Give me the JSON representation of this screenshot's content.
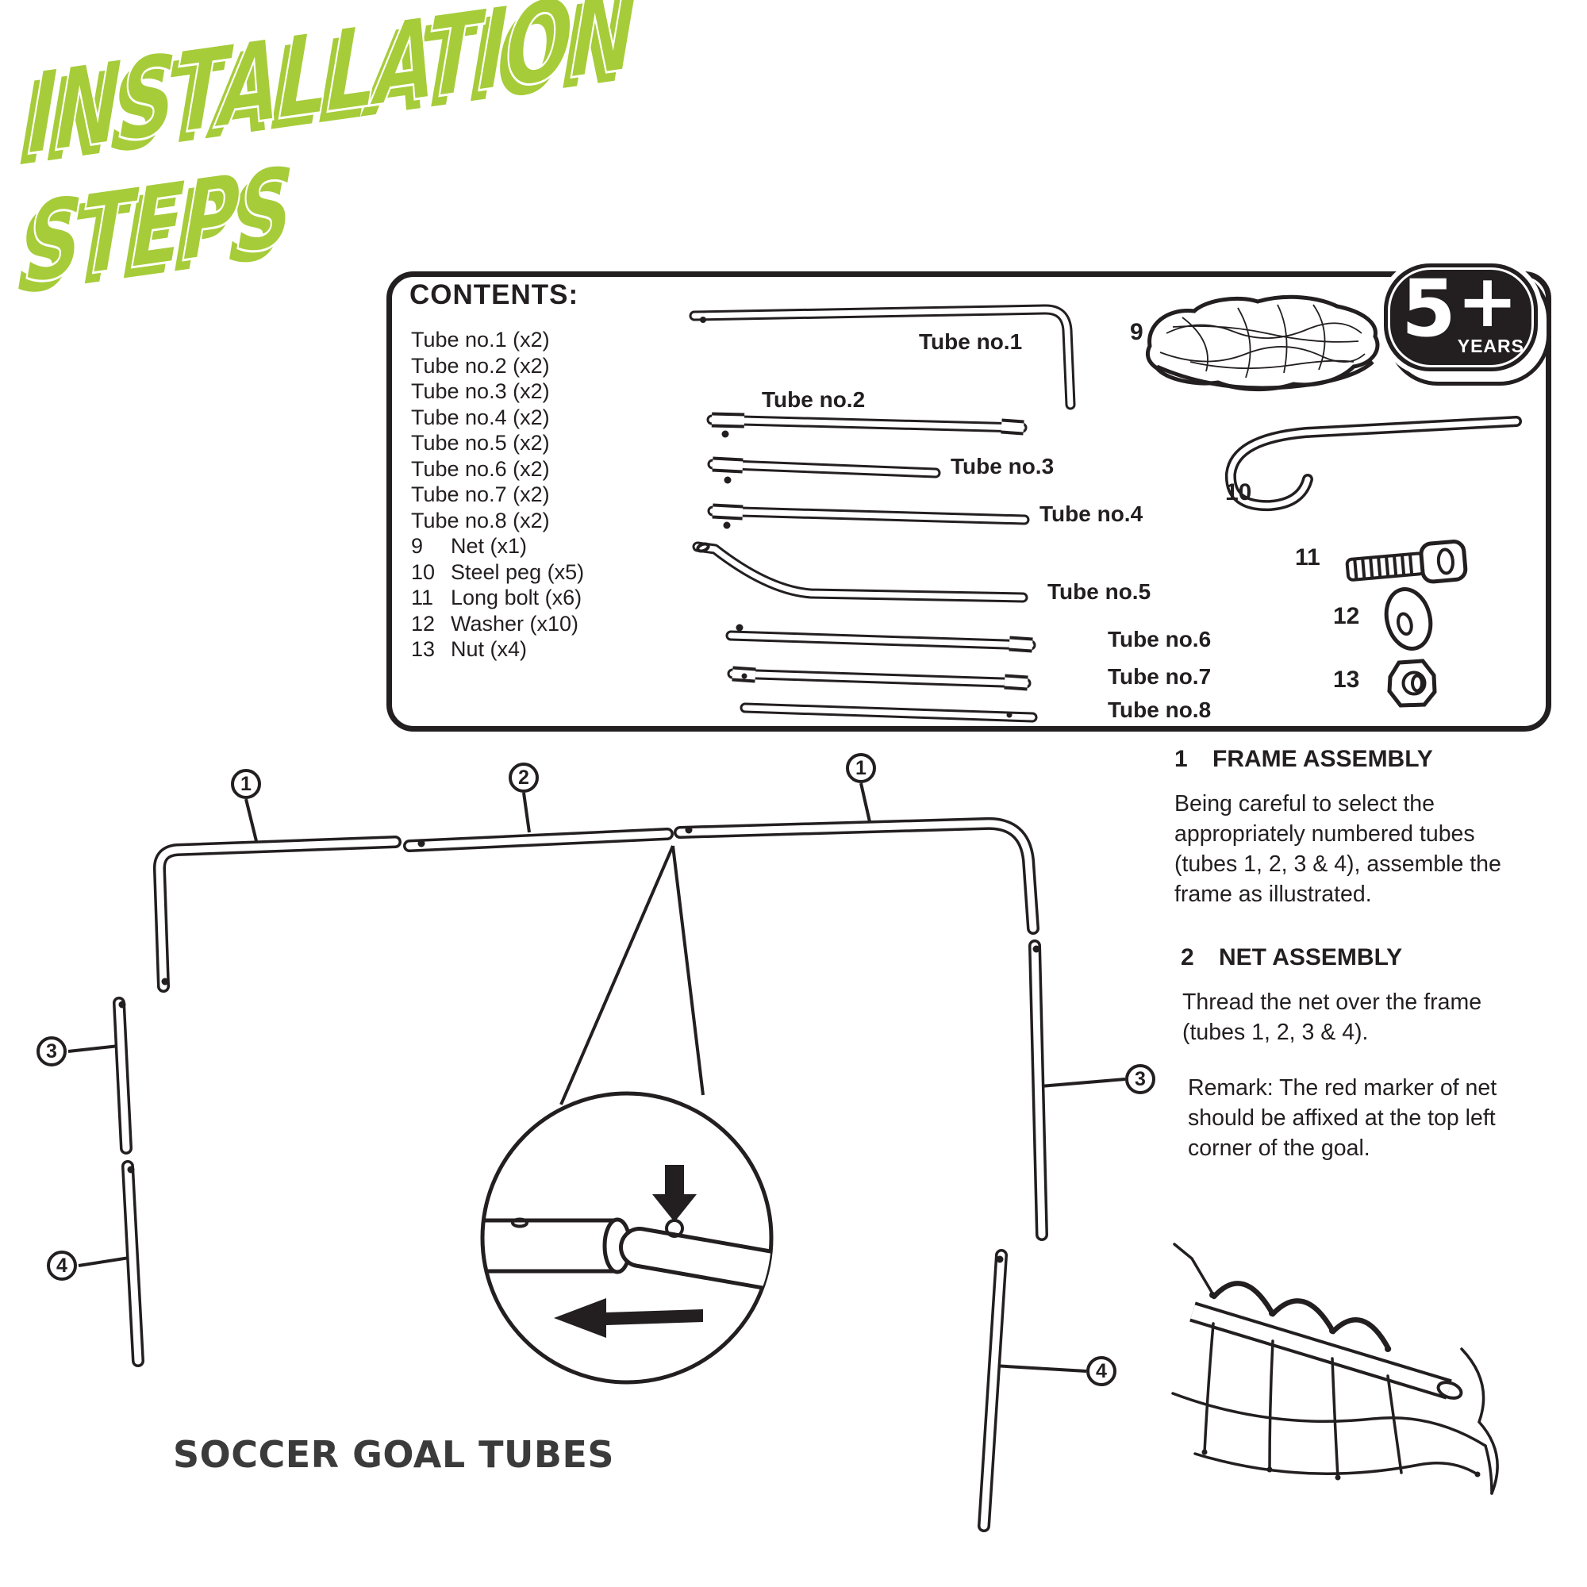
{
  "page": {
    "title_line1": "INSTALLATION",
    "title_line2": "STEPS",
    "footer_title": "SOCCER GOAL TUBES",
    "accent_color": "#a6cc39",
    "ink_color": "#231f20"
  },
  "age_badge": {
    "number": "5",
    "plus": "+",
    "unit": "YEARS"
  },
  "contents": {
    "heading": "CONTENTS:",
    "items": [
      {
        "num": "",
        "label": "Tube no.1 (x2)"
      },
      {
        "num": "",
        "label": "Tube no.2 (x2)"
      },
      {
        "num": "",
        "label": "Tube no.3 (x2)"
      },
      {
        "num": "",
        "label": "Tube no.4 (x2)"
      },
      {
        "num": "",
        "label": "Tube no.5 (x2)"
      },
      {
        "num": "",
        "label": "Tube no.6 (x2)"
      },
      {
        "num": "",
        "label": "Tube no.7 (x2)"
      },
      {
        "num": "",
        "label": "Tube no.8 (x2)"
      },
      {
        "num": "9",
        "label": "Net (x1)"
      },
      {
        "num": "10",
        "label": "Steel peg (x5)"
      },
      {
        "num": "11",
        "label": "Long bolt (x6)"
      },
      {
        "num": "12",
        "label": "Washer (x10)"
      },
      {
        "num": "13",
        "label": "Nut (x4)"
      }
    ],
    "diagram_labels": {
      "t1": "Tube no.1",
      "t2": "Tube no.2",
      "t3": "Tube no.3",
      "t4": "Tube no.4",
      "t5": "Tube no.5",
      "t6": "Tube no.6",
      "t7": "Tube no.7",
      "t8": "Tube no.8",
      "n9": "9",
      "n10": "10",
      "n11": "11",
      "n12": "12",
      "n13": "13"
    }
  },
  "assembly": {
    "callouts": {
      "top_left": "1",
      "top_mid": "2",
      "top_right": "1",
      "left_upper": "3",
      "left_lower": "4",
      "right_upper": "3",
      "right_lower": "4"
    }
  },
  "instructions": {
    "step1_num": "1",
    "step1_title": "FRAME ASSEMBLY",
    "step1_body": "Being careful to select the appropriately numbered tubes (tubes 1, 2, 3 & 4), assemble the frame as illustrated.",
    "step2_num": "2",
    "step2_title": "NET ASSEMBLY",
    "step2_body": "Thread the net over the frame (tubes 1, 2, 3 & 4).",
    "remark": "Remark: The red marker of net should be affixed at the top left corner of the goal."
  }
}
